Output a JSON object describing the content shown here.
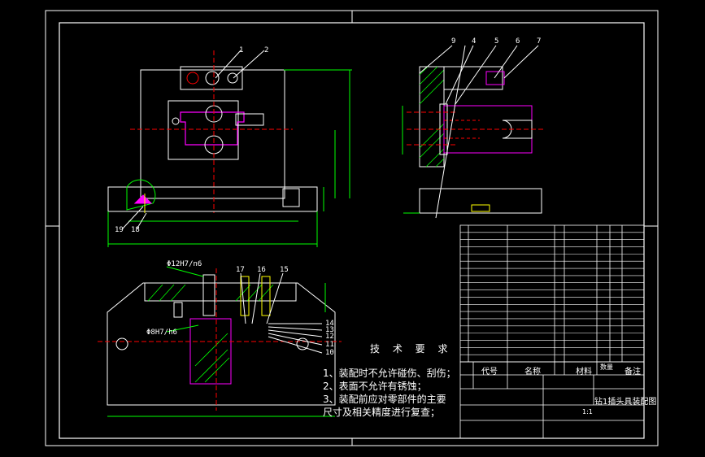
{
  "tech_requirements": {
    "title": "技 术 要 求",
    "lines": [
      "1、装配时不允许碰伤、刮伤；",
      "2、表面不允许有锈蚀；",
      "3、装配前应对零部件的主要",
      "尺寸及相关精度进行复查；"
    ]
  },
  "title_block": {
    "drawing_name": "钻1插头具装配图",
    "header_code": "代号",
    "header_name": "名称",
    "header_material": "材料",
    "header_qty": "数量",
    "header_note": "备注",
    "scale": "1:1"
  },
  "balloons_top": [
    "1",
    "2"
  ],
  "balloons_side": [
    "9",
    "4",
    "5",
    "6",
    "7"
  ],
  "balloons_bottom_left": [
    "19",
    "18"
  ],
  "balloons_plan": [
    "17",
    "16",
    "15",
    "14",
    "13",
    "12",
    "11",
    "10"
  ],
  "dim_labels": {
    "plan_left_1": "Φ12H7/n6",
    "plan_left_2": "Φ8H7/h6"
  },
  "colors": {
    "outline": "#ffffff",
    "green": "#00ff00",
    "magenta": "#ff00ff",
    "yellow": "#ffff00",
    "red": "#ff0000",
    "cyan": "#00ffff"
  }
}
